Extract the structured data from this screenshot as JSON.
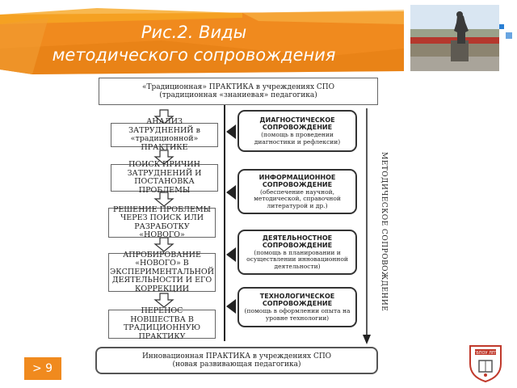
{
  "slide": {
    "title_line1": "Рис.2. Виды",
    "title_line2": "методического сопровождения",
    "page_number": "> 9"
  },
  "colors": {
    "orange": "#f08a1e",
    "orange_light": "#f6a623",
    "blue_accent": "#2a7fd4"
  },
  "diagram": {
    "top_box": {
      "line1": "«Традиционная» ПРАКТИКА в учреждениях СПО",
      "line2": "(традиционная «знаниевая» педагогика)"
    },
    "bottom_box": {
      "line1": "Инновационная ПРАКТИКА в учреждениях СПО",
      "line2": "(новая развивающая педагогика)"
    },
    "steps": [
      "АНАЛИЗ ЗАТРУДНЕНИЙ в «традиционной» ПРАКТИКЕ",
      "ПОИСК ПРИЧИН ЗАТРУДНЕНИЙ И ПОСТАНОВКА ПРОБЛЕМЫ",
      "РЕШЕНИЕ ПРОБЛЕМЫ ЧЕРЕЗ ПОИСК ИЛИ РАЗРАБОТКУ «НОВОГО»",
      "АПРОБИРОВАНИЕ «НОВОГО» В ЭКСПЕРИМЕНТАЛЬНОЙ ДЕЯТЕЛЬНОСТИ И ЕГО КОРРЕКЦИИ",
      "ПЕРЕНОС НОВШЕСТВА В ТРАДИЦИОННУЮ ПРАКТИКУ"
    ],
    "support": [
      {
        "title": "ДИАГНОСТИЧЕСКОЕ СОПРОВОЖДЕНИЕ",
        "desc": "(помощь в проведении диагностики и рефлексии)"
      },
      {
        "title": "ИНФОРМАЦИОННОЕ СОПРОВОЖДЕНИЕ",
        "desc": "(обеспечение научной, методической, справочной литературой и др.)"
      },
      {
        "title": "ДЕЯТЕЛЬНОСТНОЕ СОПРОВОЖДЕНИЕ",
        "desc": "(помощь в планировании и осуществлении инновационной деятельности)"
      },
      {
        "title": "ТЕХНОЛОГИЧЕСКОЕ СОПРОВОЖДЕНИЕ",
        "desc": "(помощь в оформлении опыта на уровне технологии)"
      }
    ],
    "vertical_label": "МЕТОДИЧЕСКОЕ СОПРОВОЖДЕНИЕ"
  },
  "logo": {
    "text": "ГБПОУ ЛПТ"
  }
}
